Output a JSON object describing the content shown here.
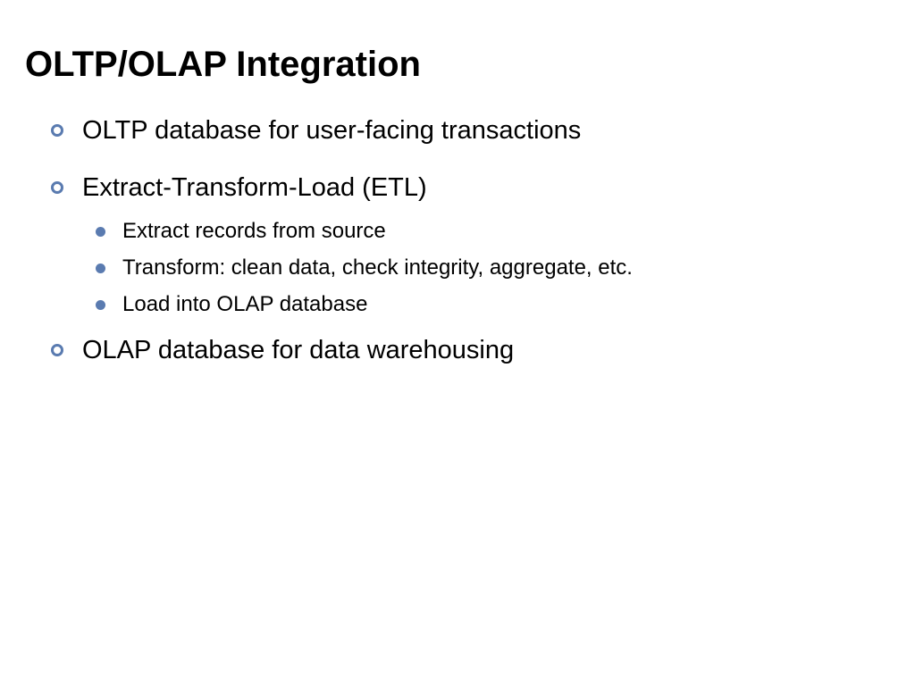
{
  "slide": {
    "title": "OLTP/OLAP Integration",
    "accent_color": "#5a7bb0",
    "bullets": [
      {
        "text": "OLTP database for user-facing transactions",
        "marker": "ring-bullet-icon"
      },
      {
        "text": "Extract-Transform-Load (ETL)",
        "marker": "ring-bullet-icon",
        "sub": [
          {
            "text": "Extract records from source",
            "marker": "dot-bullet-icon"
          },
          {
            "text": "Transform: clean data, check integrity, aggregate, etc.",
            "marker": "dot-bullet-icon"
          },
          {
            "text": "Load into OLAP database",
            "marker": "dot-bullet-icon"
          }
        ]
      },
      {
        "text": "OLAP database for data warehousing",
        "marker": "ring-bullet-icon"
      }
    ]
  }
}
